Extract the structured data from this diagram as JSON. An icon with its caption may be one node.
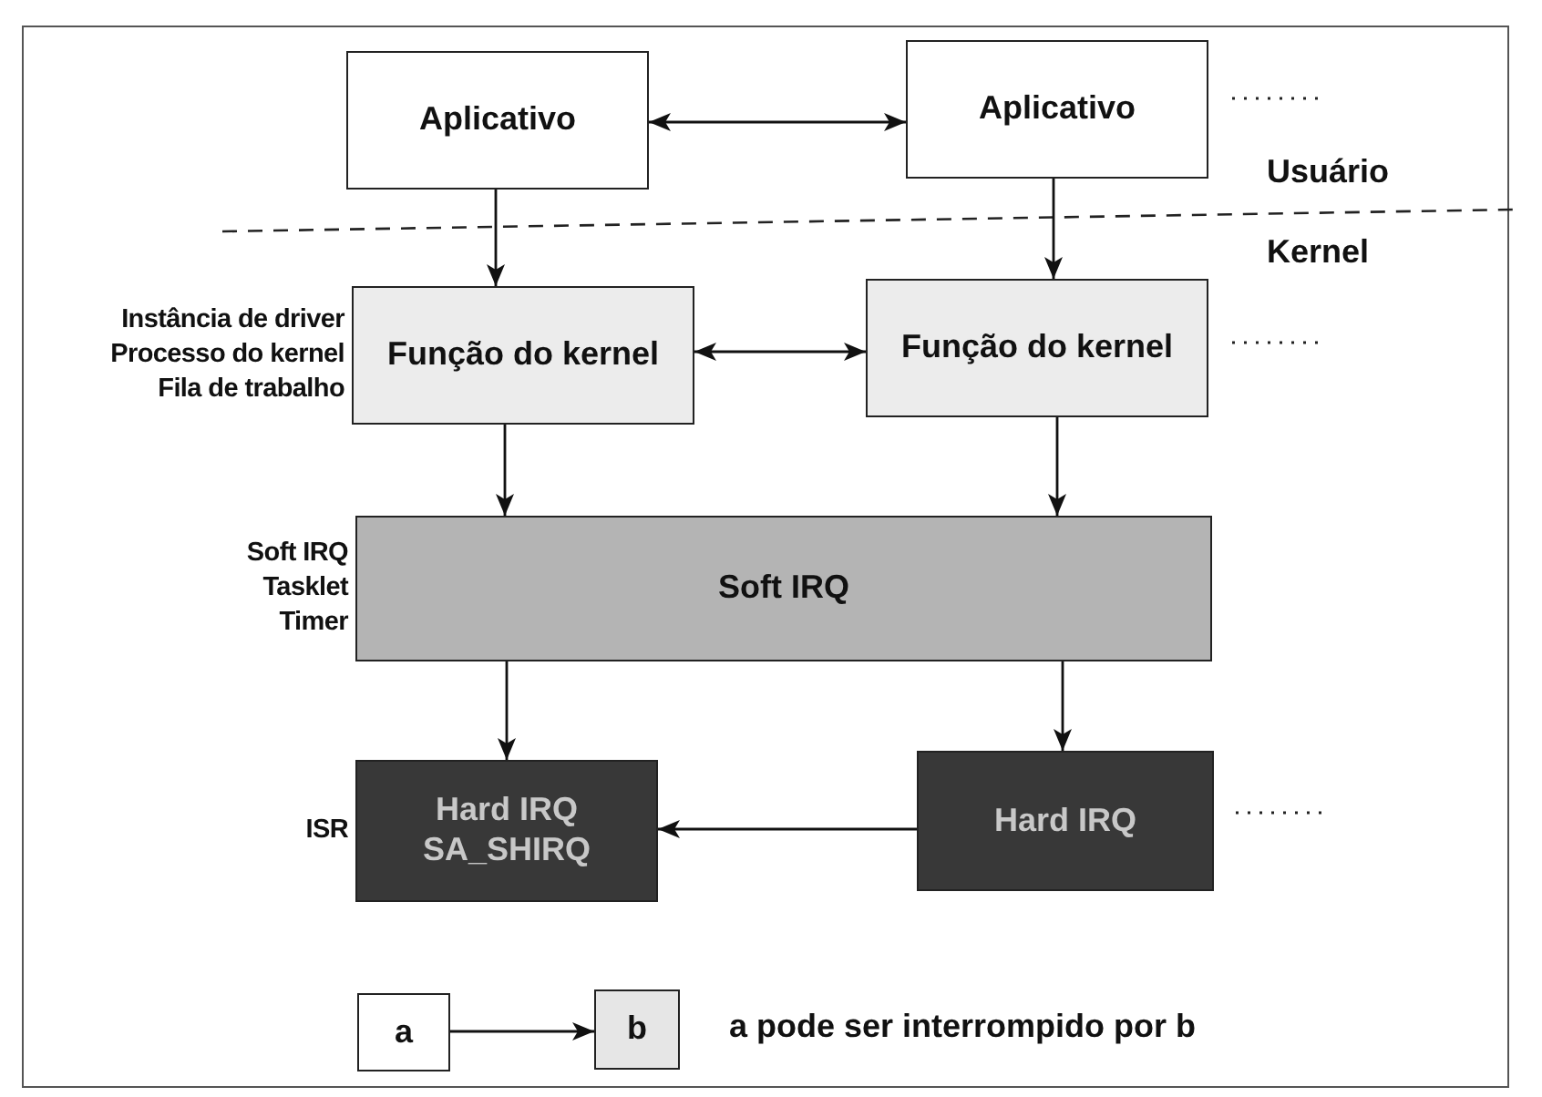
{
  "diagram": {
    "nodes": [
      {
        "text": [
          "Aplicativo"
        ]
      },
      {
        "text": [
          "Aplicativo"
        ]
      },
      {
        "text": [
          "Função do kernel"
        ],
        "beside": [
          "Instância de driver",
          "Processo do kernel",
          "Fila de trabalho"
        ]
      },
      {
        "text": [
          "Função do kernel"
        ]
      },
      {
        "text": [
          "Soft IRQ"
        ],
        "beside": [
          "Soft IRQ",
          "Tasklet",
          "Timer"
        ]
      },
      {
        "text": [
          "Hard IRQ SA_SHIRQ"
        ],
        "beside": [
          "ISR"
        ]
      },
      {
        "text": [
          "Hard IRQ"
        ]
      },
      {
        "text": [
          "a"
        ]
      },
      {
        "text": [
          "b"
        ]
      }
    ],
    "edges": [
      {
        "from": 0,
        "to": 1,
        "arrow": "both"
      },
      {
        "from": 0,
        "to": 2,
        "arrow": "to"
      },
      {
        "from": 1,
        "to": 3,
        "arrow": "to"
      },
      {
        "from": 2,
        "to": 3,
        "arrow": "both"
      },
      {
        "from": 2,
        "to": 4,
        "arrow": "to"
      },
      {
        "from": 3,
        "to": 4,
        "arrow": "to"
      },
      {
        "from": 4,
        "to": 5,
        "arrow": "to"
      },
      {
        "from": 4,
        "to": 6,
        "arrow": "to"
      },
      {
        "from": 6,
        "to": 5,
        "arrow": "to"
      },
      {
        "from": 7,
        "to": 8,
        "arrow": "to"
      }
    ],
    "labels": [
      "Usuário",
      "Kernel",
      "a pode ser interrompido por b"
    ]
  }
}
